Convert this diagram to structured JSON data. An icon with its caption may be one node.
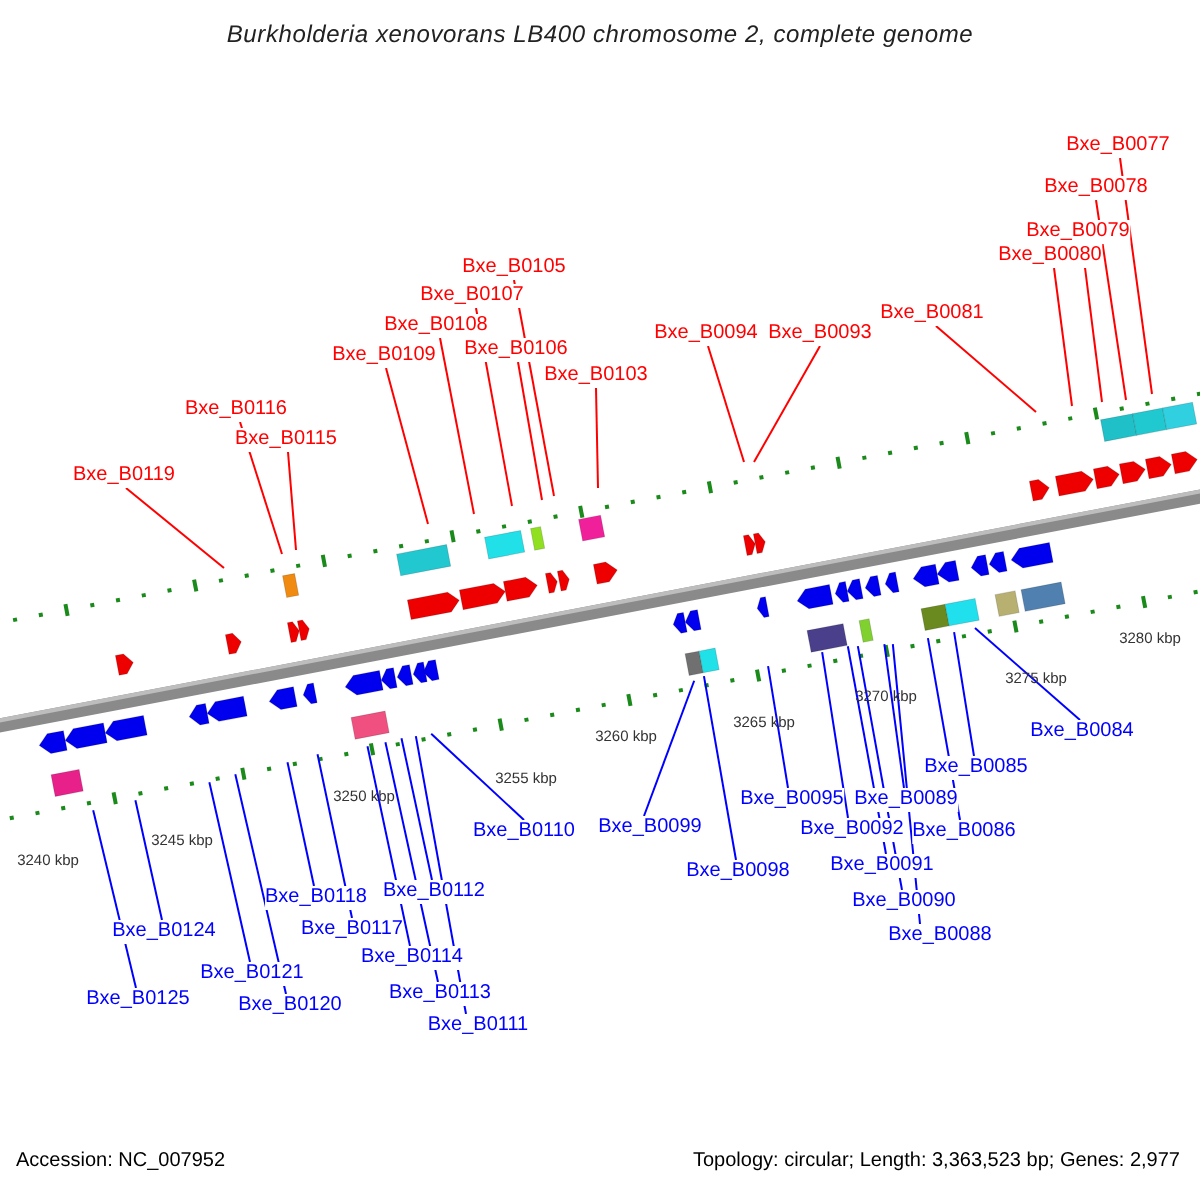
{
  "diagram": {
    "title": "Burkholderia xenovorans LB400 chromosome 2, complete genome",
    "nodes": [
      {
        "text": [
          "Bxe_B0077"
        ]
      },
      {
        "text": [
          "Bxe_B0078"
        ]
      },
      {
        "text": [
          "Bxe_B0079"
        ]
      },
      {
        "text": [
          "Bxe_B0080"
        ]
      },
      {
        "text": [
          "Bxe_B0105"
        ]
      },
      {
        "text": [
          "Bxe_B0107"
        ]
      },
      {
        "text": [
          "Bxe_B0081"
        ]
      },
      {
        "text": [
          "Bxe_B0108"
        ]
      },
      {
        "text": [
          "Bxe_B0094"
        ]
      },
      {
        "text": [
          "Bxe_B0093"
        ]
      },
      {
        "text": [
          "Bxe_B0106"
        ]
      },
      {
        "text": [
          "Bxe_B0109"
        ]
      },
      {
        "text": [
          "Bxe_B0103"
        ]
      },
      {
        "text": [
          "Bxe_B0116"
        ]
      },
      {
        "text": [
          "Bxe_B0115"
        ]
      },
      {
        "text": [
          "Bxe_B0119"
        ]
      },
      {
        "text": [
          "Bxe_B0084"
        ]
      },
      {
        "text": [
          "Bxe_B0085"
        ]
      },
      {
        "text": [
          "Bxe_B0095"
        ]
      },
      {
        "text": [
          "Bxe_B0089"
        ]
      },
      {
        "text": [
          "Bxe_B0099"
        ]
      },
      {
        "text": [
          "Bxe_B0092"
        ]
      },
      {
        "text": [
          "Bxe_B0110"
        ]
      },
      {
        "text": [
          "Bxe_B0086"
        ]
      },
      {
        "text": [
          "Bxe_B0091"
        ]
      },
      {
        "text": [
          "Bxe_B0098"
        ]
      },
      {
        "text": [
          "Bxe_B0112"
        ]
      },
      {
        "text": [
          "Bxe_B0118"
        ]
      },
      {
        "text": [
          "Bxe_B0090"
        ]
      },
      {
        "text": [
          "Bxe_B0117"
        ]
      },
      {
        "text": [
          "Bxe_B0124"
        ]
      },
      {
        "text": [
          "Bxe_B0088"
        ]
      },
      {
        "text": [
          "Bxe_B0114"
        ]
      },
      {
        "text": [
          "Bxe_B0121"
        ]
      },
      {
        "text": [
          "Bxe_B0113"
        ]
      },
      {
        "text": [
          "Bxe_B0125"
        ]
      },
      {
        "text": [
          "Bxe_B0120"
        ]
      },
      {
        "text": [
          "Bxe_B0111"
        ]
      }
    ],
    "edges": [
      {
        "from": 0,
        "to": null,
        "arrow": "none",
        "color": "#ff0000"
      },
      {
        "from": 1,
        "to": null,
        "arrow": "none",
        "color": "#ff0000"
      },
      {
        "from": 2,
        "to": null,
        "arrow": "none",
        "color": "#ff0000"
      },
      {
        "from": 3,
        "to": null,
        "arrow": "none",
        "color": "#ff0000"
      },
      {
        "from": 4,
        "to": null,
        "arrow": "none",
        "color": "#ff0000"
      },
      {
        "from": 5,
        "to": null,
        "arrow": "none",
        "color": "#ff0000"
      },
      {
        "from": 6,
        "to": null,
        "arrow": "none",
        "color": "#ff0000"
      },
      {
        "from": 7,
        "to": null,
        "arrow": "none",
        "color": "#ff0000"
      },
      {
        "from": 8,
        "to": null,
        "arrow": "none",
        "color": "#ff0000"
      },
      {
        "from": 9,
        "to": null,
        "arrow": "none",
        "color": "#ff0000"
      },
      {
        "from": 10,
        "to": null,
        "arrow": "none",
        "color": "#ff0000"
      },
      {
        "from": 11,
        "to": null,
        "arrow": "none",
        "color": "#ff0000"
      },
      {
        "from": 12,
        "to": null,
        "arrow": "none",
        "color": "#ff0000"
      },
      {
        "from": 13,
        "to": null,
        "arrow": "none",
        "color": "#ff0000"
      },
      {
        "from": 14,
        "to": null,
        "arrow": "none",
        "color": "#ff0000"
      },
      {
        "from": 15,
        "to": null,
        "arrow": "none",
        "color": "#ff0000"
      },
      {
        "from": 16,
        "to": null,
        "arrow": "none"
      },
      {
        "from": 17,
        "to": null,
        "arrow": "none"
      },
      {
        "from": 18,
        "to": null,
        "arrow": "none"
      },
      {
        "from": 19,
        "to": null,
        "arrow": "none"
      },
      {
        "from": 20,
        "to": null,
        "arrow": "none"
      },
      {
        "from": 21,
        "to": null,
        "arrow": "none"
      },
      {
        "from": 22,
        "to": null,
        "arrow": "none"
      },
      {
        "from": 23,
        "to": null,
        "arrow": "none"
      },
      {
        "from": 24,
        "to": null,
        "arrow": "none"
      },
      {
        "from": 25,
        "to": null,
        "arrow": "none"
      },
      {
        "from": 26,
        "to": null,
        "arrow": "none"
      },
      {
        "from": 27,
        "to": null,
        "arrow": "none"
      },
      {
        "from": 28,
        "to": null,
        "arrow": "none"
      },
      {
        "from": 29,
        "to": null,
        "arrow": "none"
      },
      {
        "from": 30,
        "to": null,
        "arrow": "none"
      },
      {
        "from": 31,
        "to": null,
        "arrow": "none"
      },
      {
        "from": 32,
        "to": null,
        "arrow": "none"
      },
      {
        "from": 33,
        "to": null,
        "arrow": "none"
      },
      {
        "from": 34,
        "to": null,
        "arrow": "none"
      },
      {
        "from": 35,
        "to": null,
        "arrow": "none"
      },
      {
        "from": 36,
        "to": null,
        "arrow": "none"
      },
      {
        "from": 37,
        "to": null,
        "arrow": "none"
      }
    ],
    "labels": [
      "3240 kbp",
      "3245 kbp",
      "3250 kbp",
      "3255 kbp",
      "3260 kbp",
      "3265 kbp",
      "3270 kbp",
      "3275 kbp",
      "3280 kbp",
      "Accession: NC_007952",
      "Topology: circular; Length: 3,363,523 bp; Genes: 2,977"
    ]
  }
}
